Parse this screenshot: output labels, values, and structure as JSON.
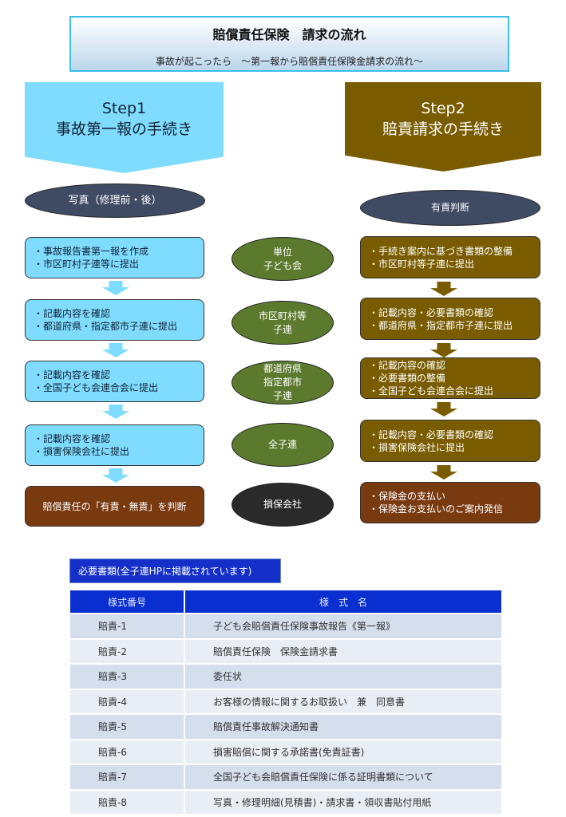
{
  "header": {
    "title": "賠償責任保険　請求の流れ",
    "subtitle": "事故が起こったら　～第一報から賠償責任保険金請求の流れ～"
  },
  "step1": {
    "label": "Step1",
    "title": "事故第一報の手続き",
    "oval": "写真（修理前・後）",
    "boxes": [
      [
        "・事故報告書第一報を作成",
        "・市区町村子連等に提出"
      ],
      [
        "・記載内容を確認",
        "・都道府県・指定都市子連に提出"
      ],
      [
        "・記載内容を確認",
        "・全国子ども会連合会に提出"
      ],
      [
        "・記載内容を確認",
        "・損害保険会社に提出"
      ]
    ],
    "final": "賠償責任の「有責・無責」を判断"
  },
  "step2": {
    "label": "Step2",
    "title": "賠責請求の手続き",
    "oval": "有責判断",
    "boxes": [
      [
        "・手続き案内に基づき書類の整備",
        "・市区町村等子連に提出"
      ],
      [
        "・記載内容・必要書類の確認",
        "・都道府県・指定都市子連に提出"
      ],
      [
        "・記載内容の確認",
        "・必要書類の整備",
        "・全国子ども会連合会に提出"
      ],
      [
        "・記載内容・必要書類の確認",
        "・損害保険会社に提出"
      ]
    ],
    "final": [
      "・保険金の支払い",
      "・保険金お支払いのご案内発信"
    ]
  },
  "actors": [
    [
      "単位",
      "子ども会"
    ],
    [
      "市区町村等",
      "子連"
    ],
    [
      "都道府県",
      "指定都市",
      "子連"
    ],
    [
      "全子連"
    ],
    [
      "損保会社"
    ]
  ],
  "docs": {
    "label": "必要書類(全子連HPに掲載されています)",
    "headers": [
      "様式番号",
      "様　式　名"
    ],
    "rows": [
      [
        "賠責-1",
        "子ども会賠償責任保険事故報告《第一報》"
      ],
      [
        "賠責-2",
        "賠償責任保険　保険金請求書"
      ],
      [
        "賠責-3",
        "委任状"
      ],
      [
        "賠責-4",
        "お客様の情報に関するお取扱い　兼　同意書"
      ],
      [
        "賠責-5",
        "賠償責任事故解決通知書"
      ],
      [
        "賠責-6",
        "損害賠償に関する承諾書(免責証書)"
      ],
      [
        "賠責-7",
        "全国子ども会賠償責任保険に係る証明書類について"
      ],
      [
        "賠責-8",
        "写真・修理明細(見積書)・請求書・領収書貼付用紙"
      ]
    ]
  }
}
